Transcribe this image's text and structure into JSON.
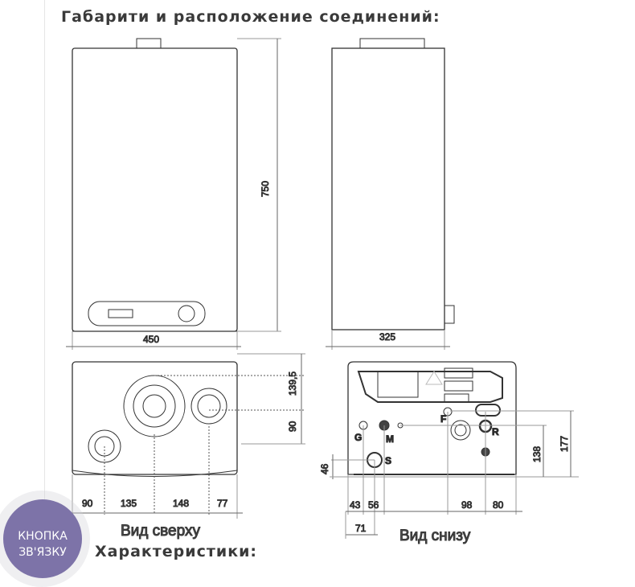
{
  "heading": "Габарити и расположение соединений:",
  "next_heading": "Характеристики:",
  "contact_button": {
    "line1": "КНОПКА",
    "line2": "ЗВ'ЯЗКУ",
    "color": "#7d73a8"
  },
  "drawing": {
    "front_view": {
      "height": "750",
      "width": "450"
    },
    "side_view": {
      "depth": "325"
    },
    "top_view": {
      "caption": "Вид сверху",
      "dims_h": [
        "90",
        "135",
        "148",
        "77"
      ],
      "dims_v": [
        "139,5",
        "90"
      ]
    },
    "bottom_view": {
      "caption": "Вид снизу",
      "dims_h": [
        "43",
        "56",
        "98",
        "80"
      ],
      "dim_71": "71",
      "dims_v": [
        "46",
        "138",
        "177"
      ],
      "labels": [
        "G",
        "M",
        "F",
        "R",
        "S"
      ]
    }
  }
}
